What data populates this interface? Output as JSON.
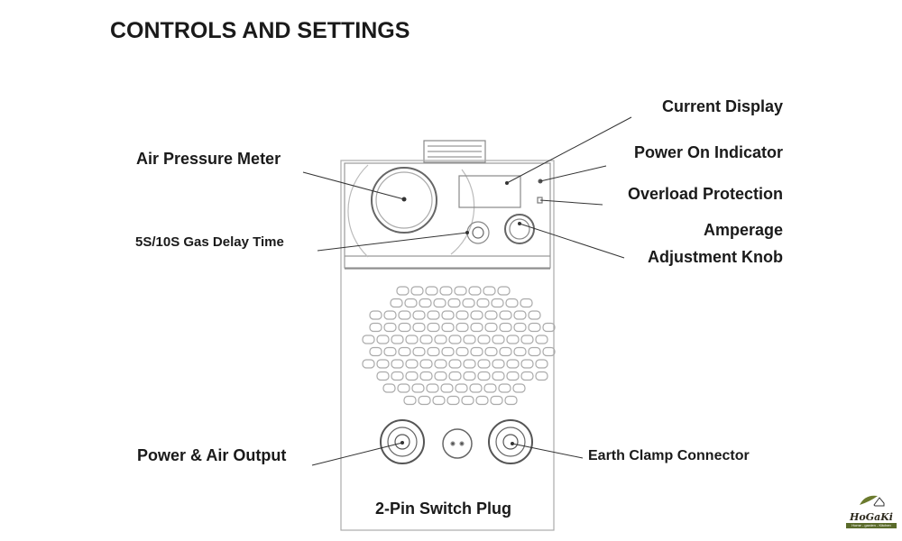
{
  "title": "CONTROLS AND SETTINGS",
  "labels": {
    "current_display": "Current Display",
    "power_on": "Power On Indicator",
    "overload": "Overload Protection",
    "amperage_1": "Amperage",
    "amperage_2": "Adjustment Knob",
    "air_pressure": "Air Pressure Meter",
    "gas_delay": "5S/10S Gas Delay Time",
    "power_air": "Power & Air Output",
    "earth": "Earth Clamp Connector",
    "switch_plug": "2-Pin Switch Plug"
  },
  "logo": {
    "word": "HoGaKi",
    "tagline": "Home - garden - Kitchen",
    "color": "#5a6b2a"
  }
}
